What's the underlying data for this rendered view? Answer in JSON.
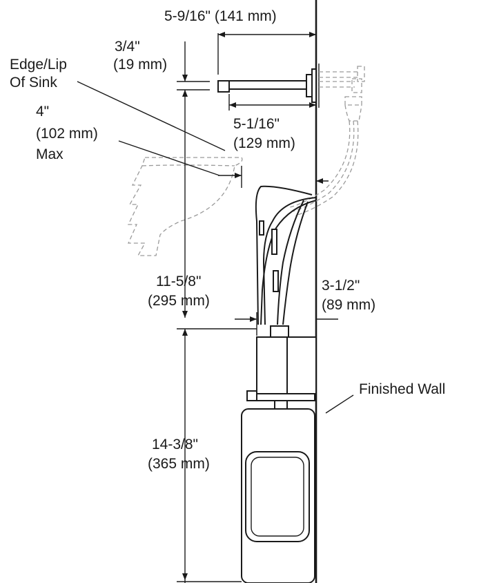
{
  "dimensions": {
    "spout_length": "5-9/16\" (141 mm)",
    "spout_height_1": "3/4\"",
    "spout_height_2": "(19 mm)",
    "spout_reach_1": "5-1/16\"",
    "spout_reach_2": "(129 mm)",
    "sink_offset_1": "4\"",
    "sink_offset_2": "(102 mm)",
    "sink_offset_3": "Max",
    "upper_height_1": "11-5/8\"",
    "upper_height_2": "(295 mm)",
    "wall_offset_1": "3-1/2\"",
    "wall_offset_2": "(89 mm)",
    "lower_height_1": "14-3/8\"",
    "lower_height_2": "(365 mm)"
  },
  "labels": {
    "sink_edge_1": "Edge/Lip",
    "sink_edge_2": "Of Sink",
    "finished_wall": "Finished Wall"
  }
}
